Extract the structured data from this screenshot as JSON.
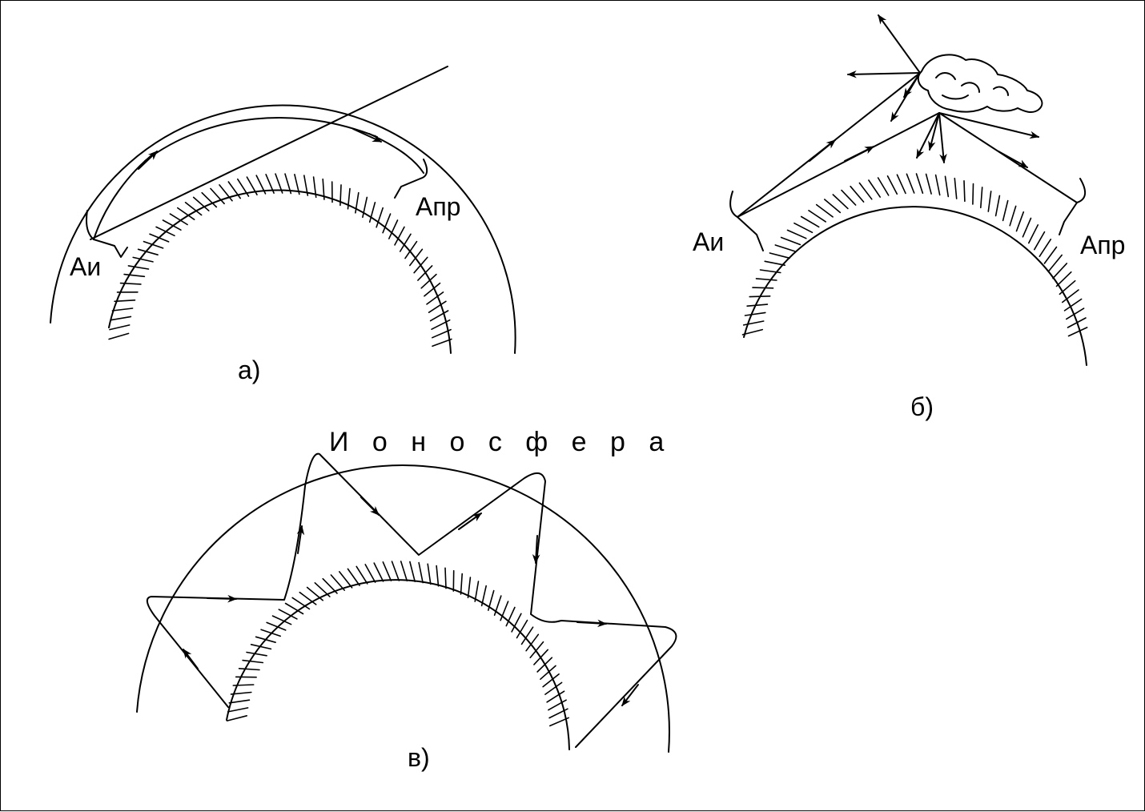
{
  "diagram_a": {
    "caption": "а)",
    "transmitter_label": "Аи",
    "receiver_label": "Апр"
  },
  "diagram_b": {
    "caption": "б)",
    "transmitter_label": "Аи",
    "receiver_label": "Апр"
  },
  "diagram_c": {
    "caption": "в)",
    "layer_label": "И о н о с ф е р а"
  }
}
